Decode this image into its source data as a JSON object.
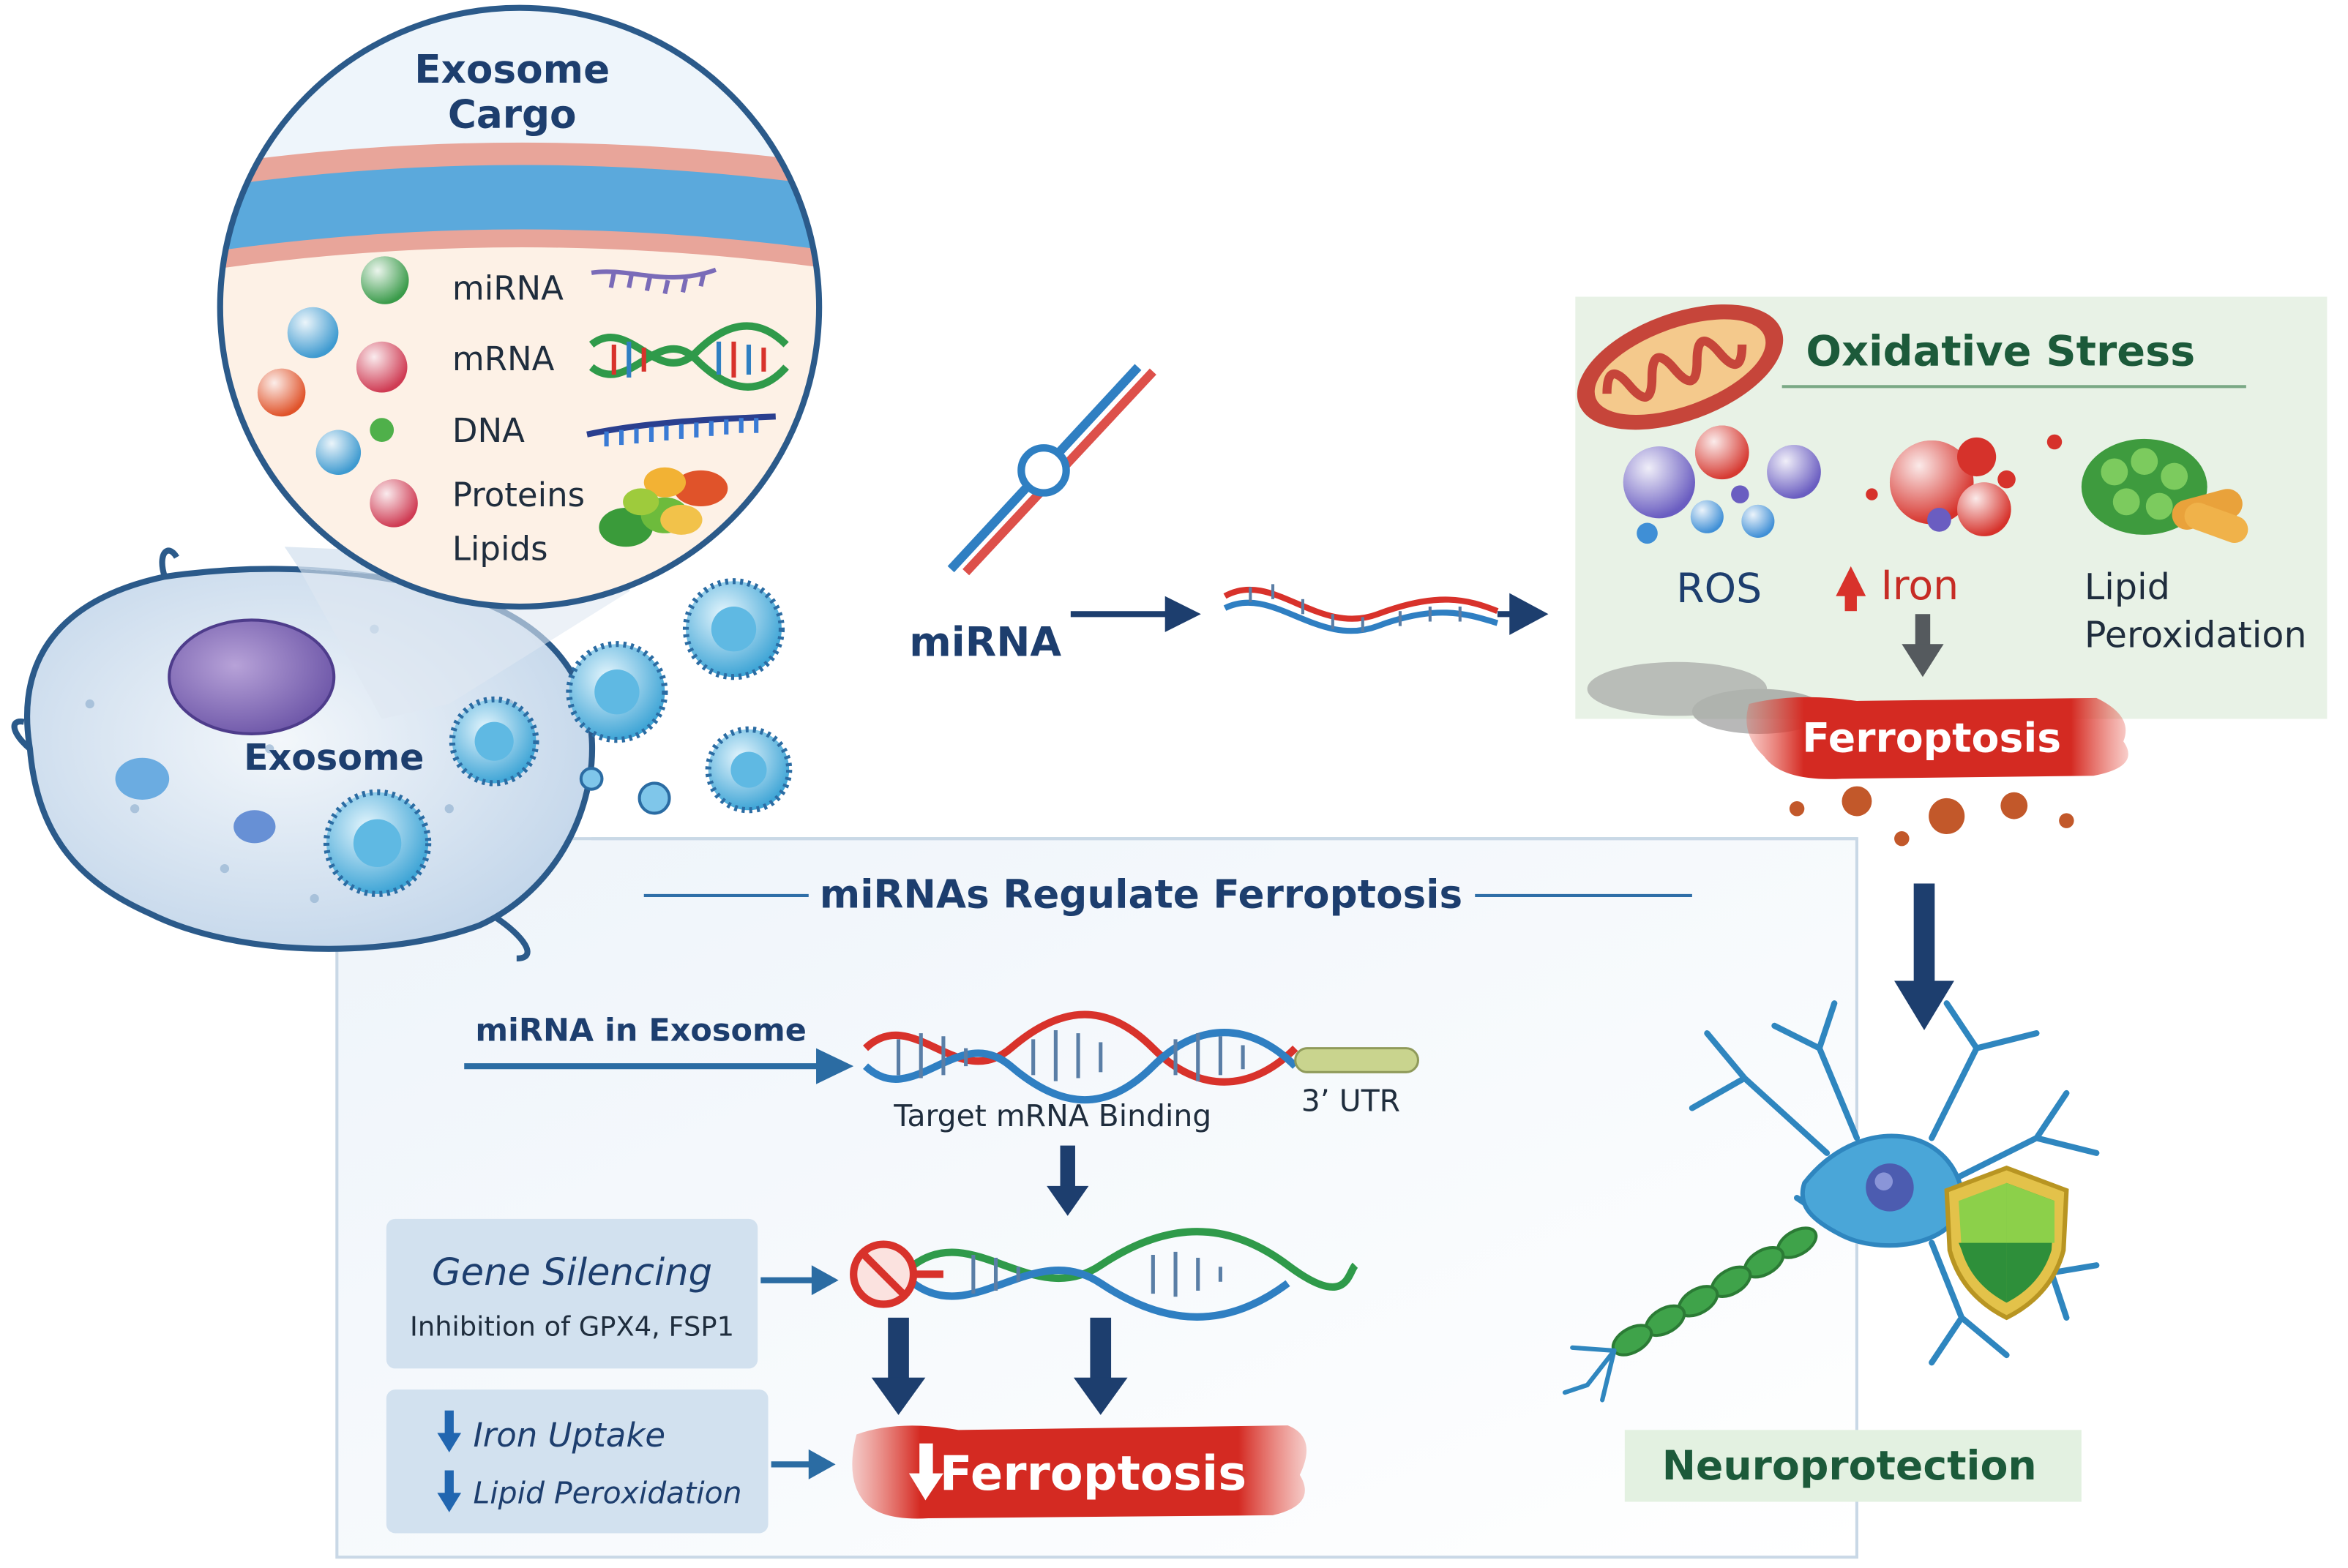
{
  "cargo": {
    "title_line1": "Exosome",
    "title_line2": "Cargo",
    "items": [
      "miRNA",
      "mRNA",
      "DNA",
      "Proteins",
      "Lipids"
    ]
  },
  "cell": {
    "label": "Exosome"
  },
  "transfer": {
    "mirna_label": "miRNA"
  },
  "oxidative": {
    "title": "Oxidative Stress",
    "ros": "ROS",
    "iron": "Iron",
    "lipid_line1": "Lipid",
    "lipid_line2": "Peroxidation",
    "ferroptosis": "Ferroptosis"
  },
  "regulation": {
    "title": "miRNAs Regulate Ferroptosis",
    "mirna_in_exosome": "miRNA in Exosome",
    "target_binding": "Target mRNA Binding",
    "utr": "3’ UTR",
    "gene_silencing": "Gene Silencing",
    "inhibition": "Inhibition of GPX4, FSP1",
    "iron_uptake": "Iron Uptake",
    "lipid_peroxidation": "Lipid Peroxidation",
    "ferroptosis_down": "Ferroptosis"
  },
  "outcome": {
    "neuroprotection": "Neuroprotection"
  },
  "colors": {
    "navy": "#1d3e6e",
    "red": "#d8322b",
    "green": "#2f9a4a",
    "blue_strand": "#2f7fc2",
    "panel_green": "#e8f2e6",
    "panel_blue": "#e4eef7"
  }
}
